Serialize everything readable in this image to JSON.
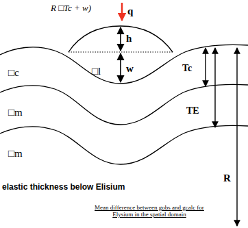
{
  "diagram": {
    "labels": [
      "R □Tc + w)",
      "q",
      "h",
      "□c",
      "w",
      "□l",
      "Tc",
      "TE",
      "□m",
      "□m",
      "R",
      "elastic thickness below Elisium",
      "Mean difference between gobs and gcalc for Elysium in the spatial domain"
    ]
  }
}
